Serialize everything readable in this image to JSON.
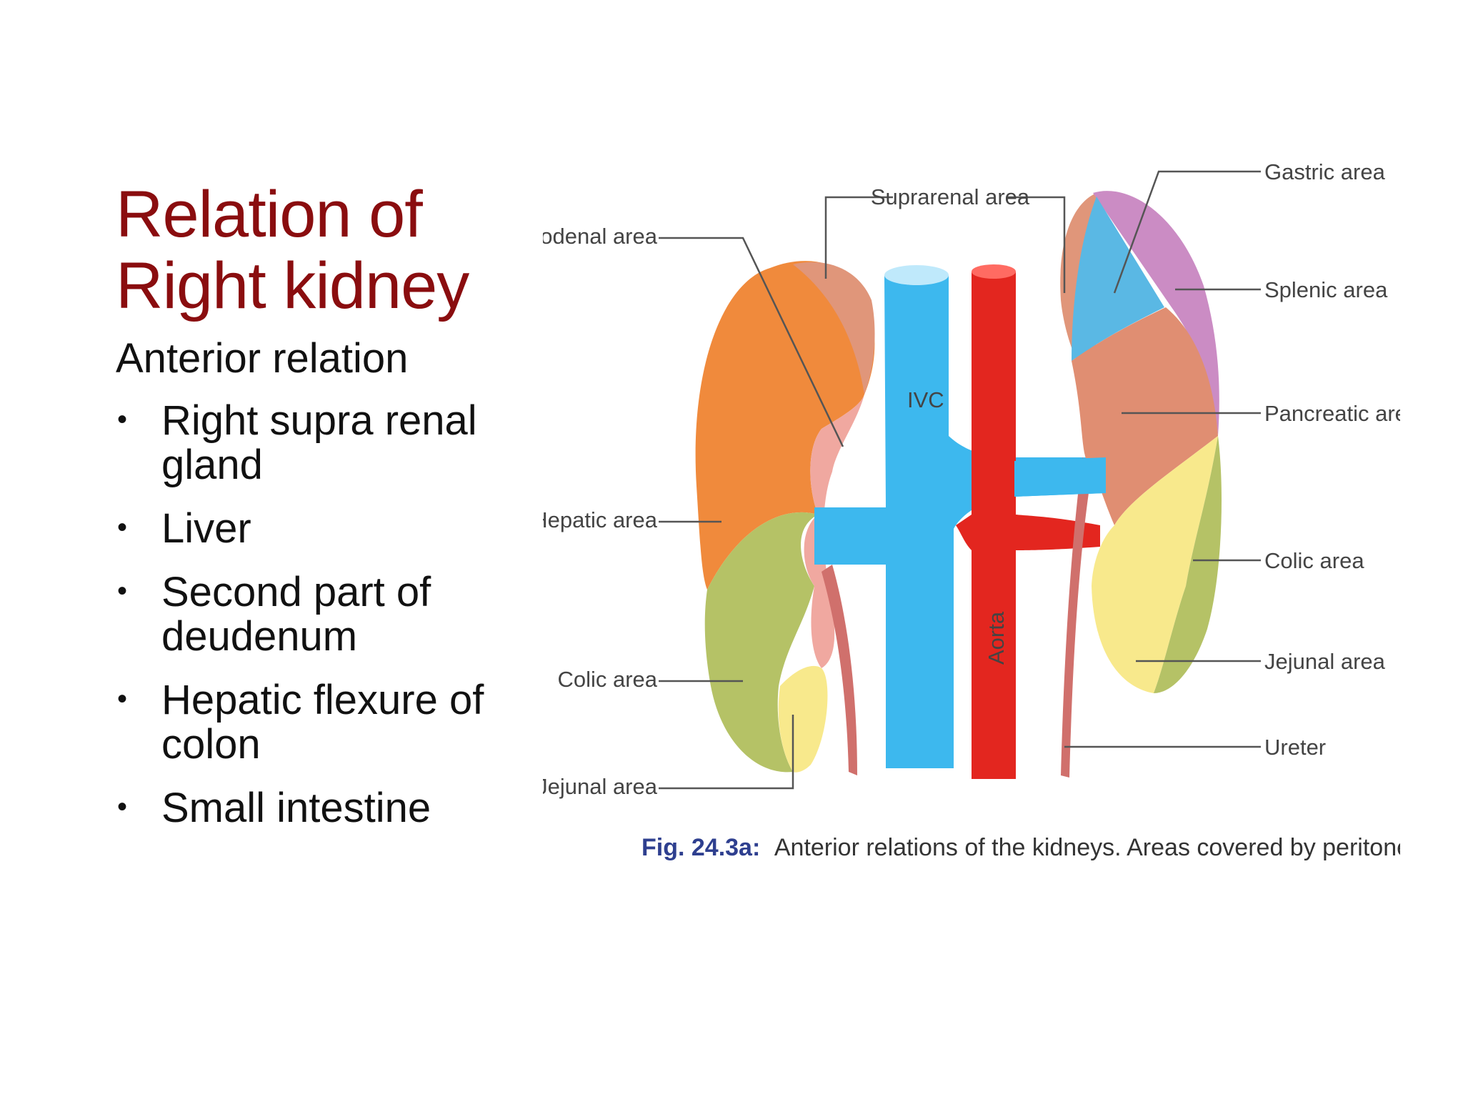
{
  "slide": {
    "title": "Relation of Right kidney",
    "subtitle": "Anterior relation",
    "bullets": [
      "Right supra renal gland",
      "Liver",
      "Second part of deudenum",
      "Hepatic flexure of colon",
      "Small intestine"
    ]
  },
  "figure": {
    "labels_left": {
      "duodenal": "Duodenal area",
      "hepatic": "Hepatic area",
      "colic": "Colic area",
      "jejunal": "Jejunal area"
    },
    "label_top": "Suprarenal area",
    "labels_right": {
      "gastric": "Gastric area",
      "splenic": "Splenic area",
      "pancreatic": "Pancreatic area",
      "colic": "Colic area",
      "jejunal": "Jejunal area",
      "ureter": "Ureter"
    },
    "vessel_ivc": "IVC",
    "vessel_aorta": "Aorta",
    "caption_bold": "Fig. 24.3a:",
    "caption_text": "Anterior relations of the kidneys. Areas covered by peritoneum are shaded"
  },
  "colors": {
    "title": "#8a0d0f",
    "ivc": "#3db8ee",
    "aorta": "#e3261f",
    "hepatic_area": "#f08a3c",
    "colic_area": "#b5c266",
    "jejunal_area": "#f8e98c",
    "suprarenal": "#e0967a",
    "gastric_area": "#5ab8e4",
    "splenic_area": "#cb8cc4",
    "pancreatic_area": "#e08e72",
    "caption_fig": "#2e3f8f"
  }
}
